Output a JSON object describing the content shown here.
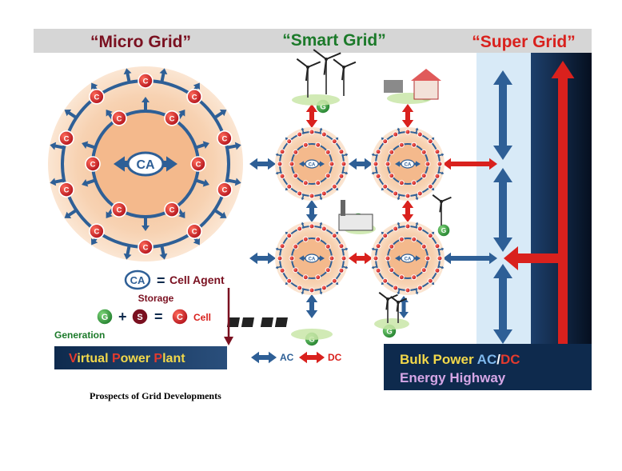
{
  "titles": {
    "micro": "“Micro Grid”",
    "smart": "“Smart Grid”",
    "super": "“Super Grid”"
  },
  "labels": {
    "ca": "CA",
    "cell": "C",
    "gen": "G",
    "storage_letter": "S",
    "cell_agent": "Cell Agent",
    "storage": "Storage",
    "generation": "Generation",
    "cell_word": "Cell",
    "plus": "+",
    "equals": "=",
    "ac": "AC",
    "dc": "DC"
  },
  "vpp": {
    "v": "V",
    "irtual": "irtual ",
    "p1": "P",
    "ower": "ower ",
    "p2": "P",
    "lant": "lant"
  },
  "bulk": {
    "line1a": "Bulk Power ",
    "ac": "AC",
    "slash": "/",
    "dc": "DC",
    "line2": "Energy Highway"
  },
  "caption": "Prospects of Grid Developments",
  "colors": {
    "ac_blue": "#2e5f96",
    "dc_red": "#d9211d",
    "cell_red": "#c0171c",
    "gen_green": "#2e9a3a",
    "storage_maroon": "#7a1020",
    "title_maroon": "#7a1020",
    "title_green": "#1c7a2a",
    "navy": "#0e2a4d",
    "peach": "#f6c9a3"
  },
  "icons": [
    "wind-turbine-icon",
    "house-icon",
    "factory-icon",
    "solar-panel-icon"
  ]
}
